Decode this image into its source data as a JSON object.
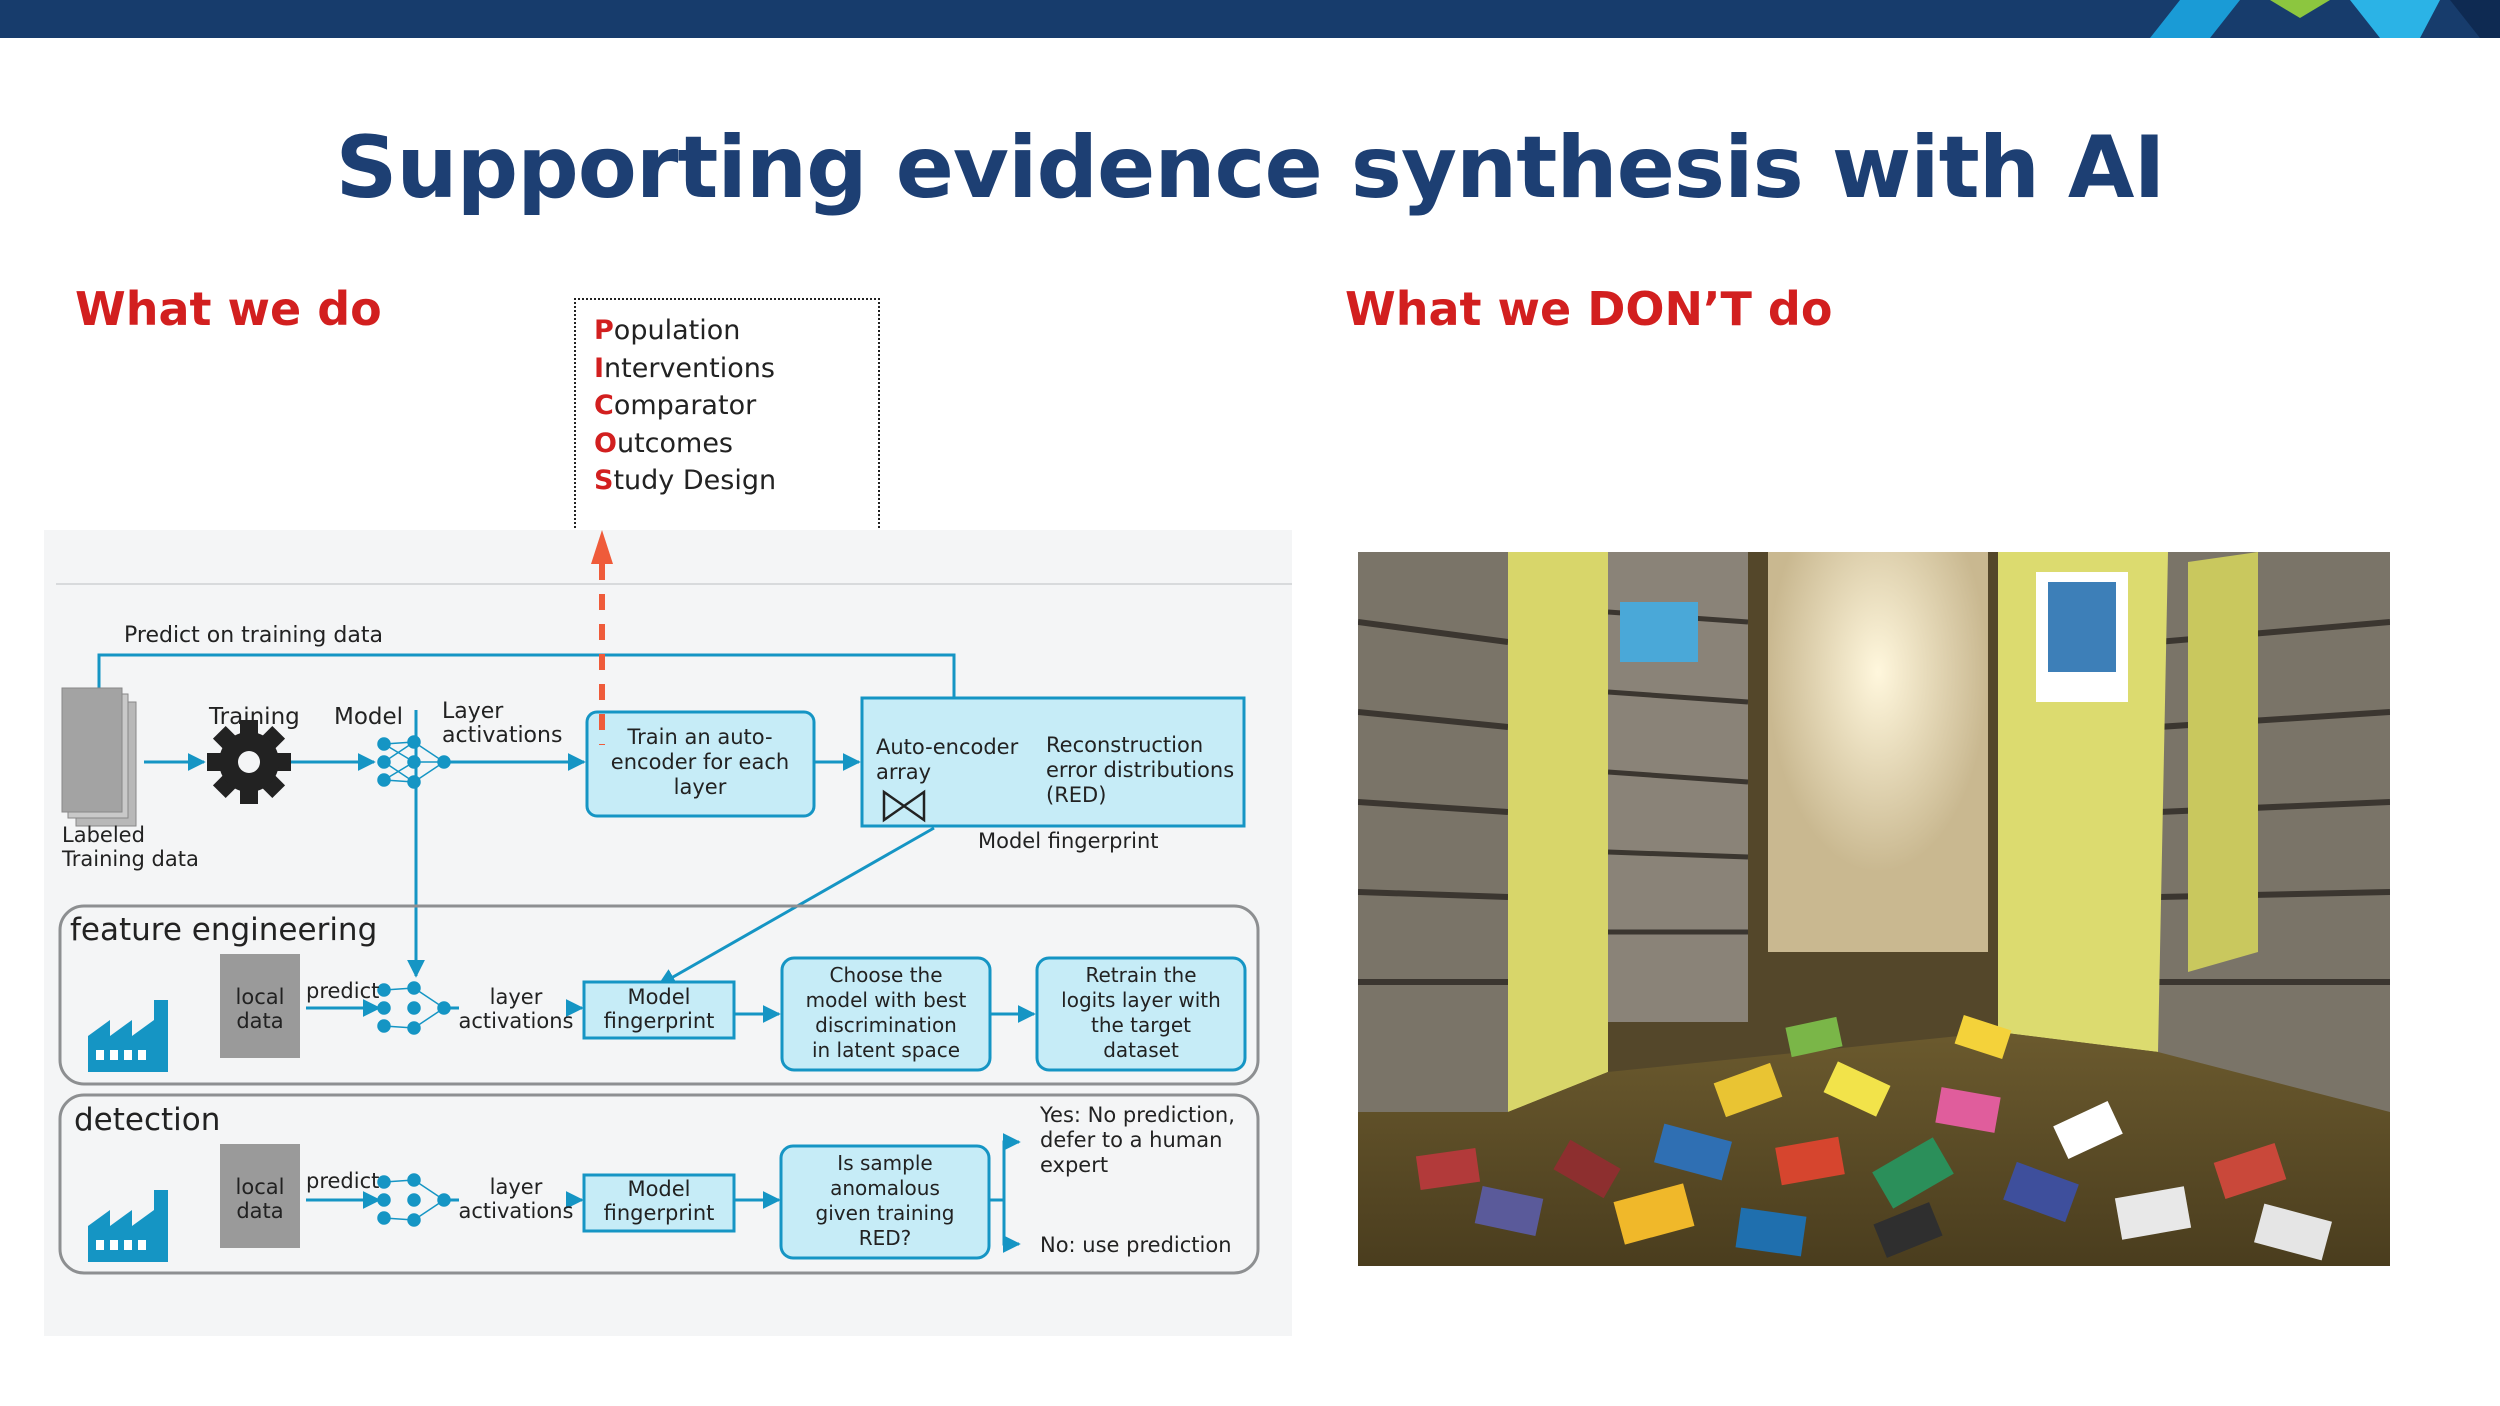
{
  "slide": {
    "title": "Supporting evidence synthesis with AI",
    "left_heading": "What we do",
    "right_heading": "What we DON’T do"
  },
  "pico": [
    {
      "key": "P",
      "rest": "opulation"
    },
    {
      "key": "I",
      "rest": "nterventions"
    },
    {
      "key": "C",
      "rest": "omparator"
    },
    {
      "key": "O",
      "rest": "utcomes"
    },
    {
      "key": "S",
      "rest": "tudy Design"
    }
  ],
  "diagram": {
    "predict_on_training": "Predict on training data",
    "training": "Training",
    "model": "Model",
    "layer_activations": [
      "Layer",
      "activations"
    ],
    "labeled_data": [
      "Labeled",
      "Training data"
    ],
    "train_autoencoder": [
      "Train an auto-",
      "encoder for each",
      "layer"
    ],
    "autoencoder_array": [
      "Auto-encoder",
      "array"
    ],
    "reconstruction": [
      "Reconstruction",
      "error distributions",
      "(RED)"
    ],
    "model_fingerprint_label": "Model fingerprint",
    "feature_engineering": {
      "title": "feature engineering",
      "local_data": [
        "local",
        "data"
      ],
      "predict": "predict",
      "layer_activations": [
        "layer",
        "activations"
      ],
      "model_fingerprint": [
        "Model",
        "fingerprint"
      ],
      "choose_model": [
        "Choose the",
        "model with best",
        "discrimination",
        "in latent space"
      ],
      "retrain": [
        "Retrain the",
        "logits layer with",
        "the target",
        "dataset"
      ]
    },
    "detection": {
      "title": "detection",
      "local_data": [
        "local",
        "data"
      ],
      "predict": "predict",
      "layer_activations": [
        "layer",
        "activations"
      ],
      "model_fingerprint": [
        "Model",
        "fingerprint"
      ],
      "is_anomalous": [
        "Is sample",
        "anomalous",
        "given training",
        "RED?"
      ],
      "yes": [
        "Yes: No prediction,",
        "defer to a human",
        "expert"
      ],
      "no": "No: use prediction"
    }
  },
  "colors": {
    "topbar": "#173c6c",
    "title": "#1d3f73",
    "heading_red": "#d21f1f",
    "diagram_line": "#1595c4",
    "diagram_box_fill": "#c6ecf7"
  },
  "icons": [
    "gear-icon",
    "neural-net-icon",
    "factory-icon",
    "document-stack-icon",
    "bowtie-icon"
  ]
}
